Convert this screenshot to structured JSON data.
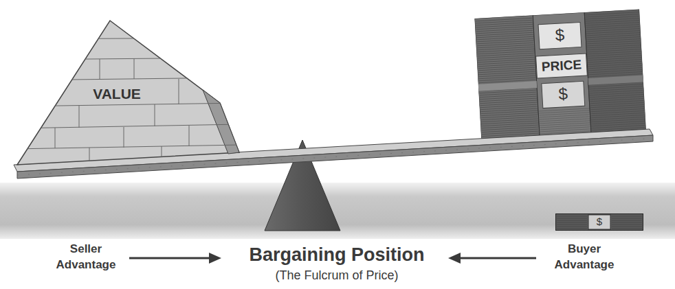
{
  "diagram": {
    "nodes": [
      {
        "text": [
          "VALUE"
        ]
      },
      {
        "text": [
          "$",
          "PRICE",
          "$"
        ]
      },
      {
        "text": [
          "$"
        ]
      }
    ],
    "labels": [
      "Seller Advantage",
      "Bargaining Position",
      "(The Fulcrum of Price)",
      "Buyer Advantage"
    ]
  }
}
